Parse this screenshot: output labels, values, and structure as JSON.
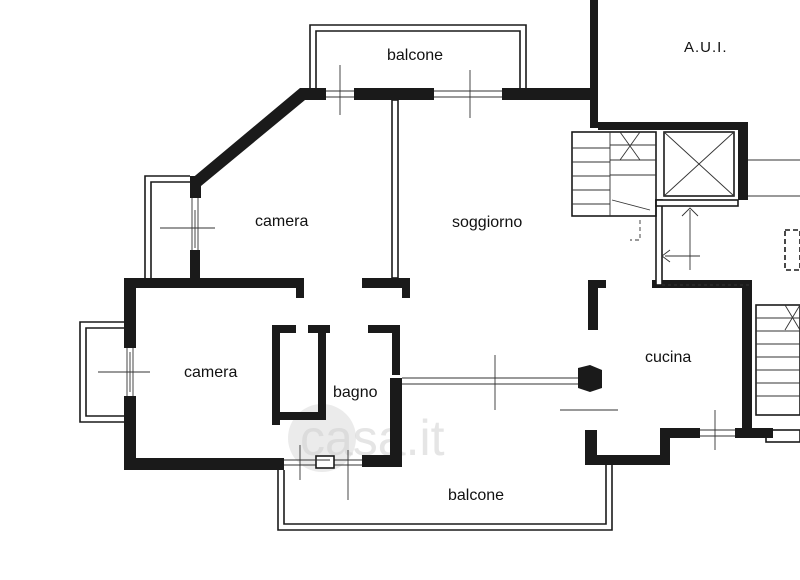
{
  "rooms": {
    "balcone_top": "balcone",
    "aui": "A.U.I.",
    "camera_upper": "camera",
    "soggiorno": "soggiorno",
    "camera_lower": "camera",
    "bagno": "bagno",
    "cucina": "cucina",
    "balcone_bottom": "balcone"
  },
  "watermark": "casa.it"
}
